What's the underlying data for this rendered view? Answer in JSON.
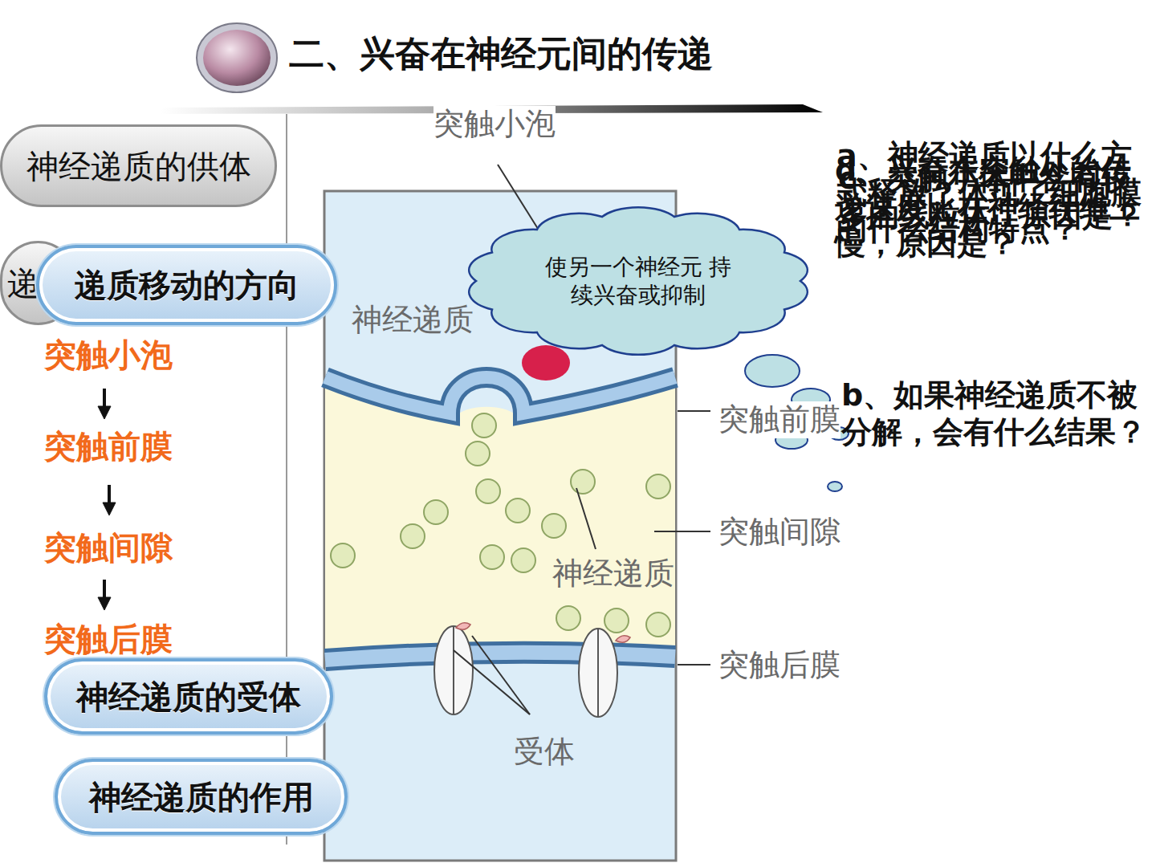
{
  "diagram": {
    "title": "二、兴奋在神经元间的传递",
    "nodes": [
      {
        "text": [
          "神经递质的供体"
        ]
      },
      {
        "text": [
          "递"
        ]
      },
      {
        "text": [
          "递质移动的方向"
        ]
      },
      {
        "text": [
          "使另一个神经元 持续兴奋或抑制"
        ]
      },
      {
        "text": [
          "神经递质的受体"
        ]
      },
      {
        "text": [
          "神经递质的作用"
        ]
      }
    ],
    "labels": [
      "突触小泡",
      "神经递质",
      "突触前膜",
      "突触间隙",
      "神经递质",
      "突触后膜",
      "受体",
      "突触小泡",
      "突触前膜",
      "突触间隙",
      "突触后膜",
      "a、神经递质以什么方式释放？体现了细胞膜的什么结构特点？",
      "b、如果神经递质不被分解，会有什么结果？",
      "c、突触小体中含有较多的线粒体，原因是？",
      "d、兴奋在突触处的传递速度比在神经纤维上慢，原因是？"
    ]
  }
}
